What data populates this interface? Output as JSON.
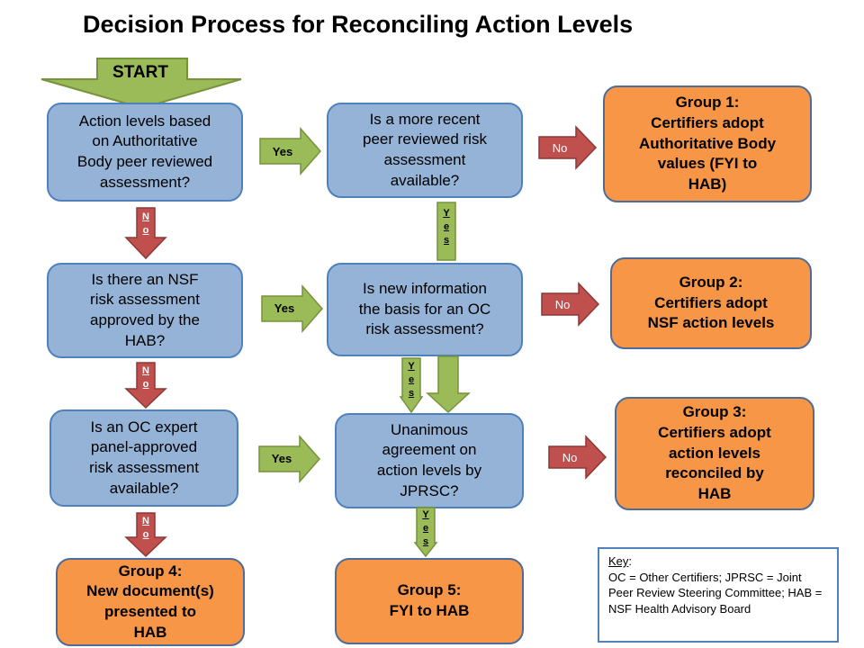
{
  "title": "Decision Process for Reconciling Action Levels",
  "start": "START",
  "questions": {
    "q1": "Action levels based\non Authoritative\nBody peer reviewed\nassessment?",
    "q2": "Is a more recent\npeer reviewed risk\nassessment\navailable?",
    "q3": "Is there an NSF\nrisk assessment\napproved by the\nHAB?",
    "q4": "Is new information\nthe basis for an OC\nrisk assessment?",
    "q5": "Is an OC expert\npanel-approved\nrisk assessment\navailable?",
    "q6": "Unanimous\nagreement on\naction levels by\nJPRSC?"
  },
  "outcomes": {
    "g1": "Group 1:\nCertifiers adopt\nAuthoritative Body\nvalues (FYI to\nHAB)",
    "g2": "Group 2:\nCertifiers adopt\nNSF action levels",
    "g3": "Group 3:\nCertifiers adopt\naction levels\nreconciled by\nHAB",
    "g4": "Group 4:\nNew document(s)\npresented to\nHAB",
    "g5": "Group 5:\nFYI to HAB"
  },
  "labels": {
    "yes": "Yes",
    "no": "No",
    "yes_vertical": "Y\ne\ns",
    "no_vertical": "N\no"
  },
  "key": {
    "title": "Key",
    "text": ":\nOC = Other Certifiers; JPRSC = Joint Peer Review Steering Committee; HAB = NSF Health Advisory Board"
  },
  "colors": {
    "question_fill": "#95b3d7",
    "question_border": "#4f81bd",
    "outcome_fill": "#f79646",
    "yes_arrow": "#9bbb59",
    "no_arrow": "#c0504d"
  }
}
